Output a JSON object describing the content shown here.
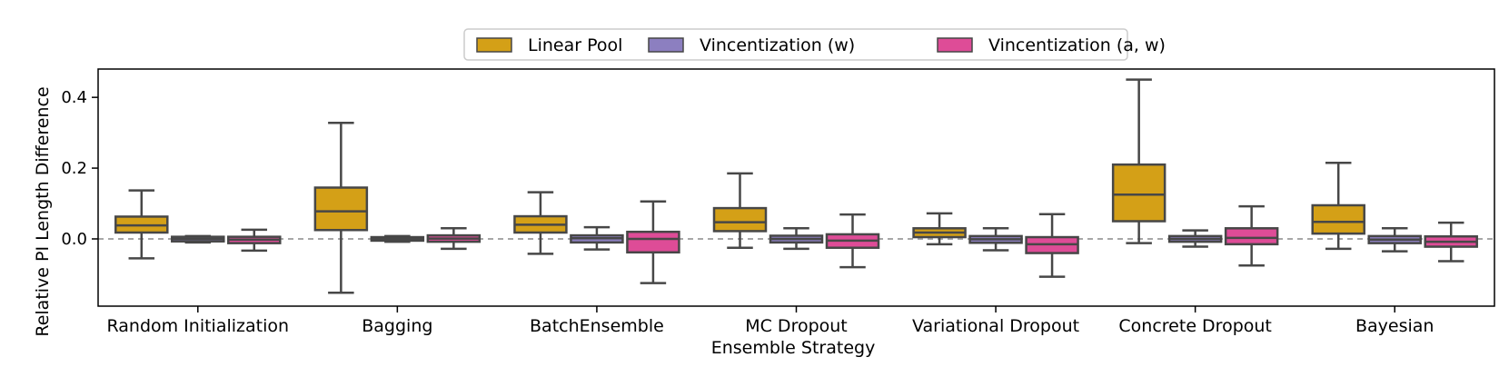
{
  "chart_data": {
    "type": "box",
    "xlabel": "Ensemble Strategy",
    "ylabel": "Relative PI Length Difference",
    "ylim": [
      -0.19,
      0.48
    ],
    "yticks": [
      0.0,
      0.2,
      0.4
    ],
    "ytick_labels": [
      "0.0",
      "0.2",
      "0.4"
    ],
    "reference_line": 0.0,
    "legend_position": "top-center",
    "categories": [
      "Random Initialization",
      "Bagging",
      "BatchEnsemble",
      "MC Dropout",
      "Variational Dropout",
      "Concrete Dropout",
      "Bayesian"
    ],
    "series": [
      {
        "name": "Linear Pool",
        "color": "#d4a017",
        "boxes": [
          {
            "min": -0.055,
            "q1": 0.018,
            "median": 0.038,
            "q3": 0.063,
            "max": 0.137
          },
          {
            "min": -0.152,
            "q1": 0.025,
            "median": 0.078,
            "q3": 0.145,
            "max": 0.328
          },
          {
            "min": -0.042,
            "q1": 0.018,
            "median": 0.04,
            "q3": 0.064,
            "max": 0.132
          },
          {
            "min": -0.025,
            "q1": 0.022,
            "median": 0.047,
            "q3": 0.087,
            "max": 0.185
          },
          {
            "min": -0.015,
            "q1": 0.005,
            "median": 0.018,
            "q3": 0.03,
            "max": 0.072
          },
          {
            "min": -0.012,
            "q1": 0.05,
            "median": 0.125,
            "q3": 0.21,
            "max": 0.45
          },
          {
            "min": -0.028,
            "q1": 0.015,
            "median": 0.048,
            "q3": 0.095,
            "max": 0.215
          }
        ]
      },
      {
        "name": "Vincentization (w)",
        "color": "#8c7fc0",
        "boxes": [
          {
            "min": -0.01,
            "q1": -0.007,
            "median": 0.0,
            "q3": 0.006,
            "max": 0.008
          },
          {
            "min": -0.008,
            "q1": -0.005,
            "median": 0.0,
            "q3": 0.005,
            "max": 0.008
          },
          {
            "min": -0.03,
            "q1": -0.01,
            "median": 0.002,
            "q3": 0.01,
            "max": 0.033
          },
          {
            "min": -0.028,
            "q1": -0.01,
            "median": 0.0,
            "q3": 0.009,
            "max": 0.03
          },
          {
            "min": -0.032,
            "q1": -0.011,
            "median": -0.001,
            "q3": 0.008,
            "max": 0.03
          },
          {
            "min": -0.022,
            "q1": -0.008,
            "median": 0.0,
            "q3": 0.008,
            "max": 0.024
          },
          {
            "min": -0.035,
            "q1": -0.012,
            "median": -0.002,
            "q3": 0.008,
            "max": 0.03
          }
        ]
      },
      {
        "name": "Vincentization (a, w)",
        "color": "#de4c97",
        "boxes": [
          {
            "min": -0.033,
            "q1": -0.012,
            "median": -0.002,
            "q3": 0.006,
            "max": 0.026
          },
          {
            "min": -0.028,
            "q1": -0.008,
            "median": 0.001,
            "q3": 0.01,
            "max": 0.03
          },
          {
            "min": -0.125,
            "q1": -0.038,
            "median": 0.0,
            "q3": 0.02,
            "max": 0.106
          },
          {
            "min": -0.08,
            "q1": -0.025,
            "median": -0.005,
            "q3": 0.013,
            "max": 0.069
          },
          {
            "min": -0.107,
            "q1": -0.04,
            "median": -0.015,
            "q3": 0.005,
            "max": 0.07
          },
          {
            "min": -0.075,
            "q1": -0.015,
            "median": 0.003,
            "q3": 0.03,
            "max": 0.092
          },
          {
            "min": -0.063,
            "q1": -0.022,
            "median": -0.008,
            "q3": 0.007,
            "max": 0.046
          }
        ]
      }
    ]
  }
}
